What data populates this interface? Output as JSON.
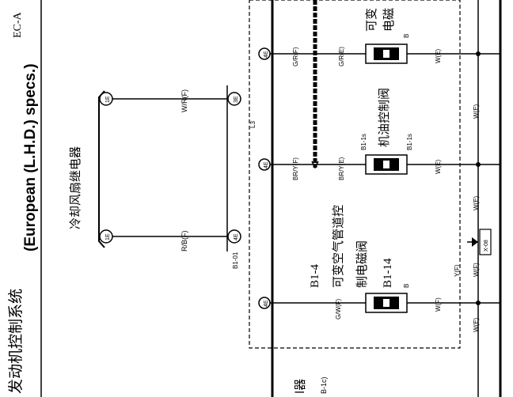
{
  "header": {
    "section_code": "EC-A",
    "system_title": "发动机控制系统",
    "spec_note": "(European (L.H.D.) specs.)"
  },
  "labels": {
    "cooling_fan_relay": "冷却风扇继电器",
    "vis_solenoid_line1": "可变空气管道控",
    "vis_solenoid_line2": "制电磁阀",
    "oil_control_valve": "机油控制阀",
    "right_solenoid_line1": "可变",
    "right_solenoid_line2": "电磁",
    "bottom_left_partial": "l器",
    "bottom_left_code": "B-1c)",
    "b1_4": "B1-4",
    "b1_14": "B1-14",
    "l3": "L3",
    "b1_01": "B1-01",
    "b1_1s_top": "B1-1s",
    "b1_1s_bottom": "B1-1s",
    "b_top": "B",
    "b_bottom": "B",
    "box_x08": "X-08"
  },
  "wires": {
    "w_r_f": "W/R(F)",
    "r_b_f": "R/B(F)",
    "g_r_f": "G/R(F)",
    "g_r_e": "G/R(E)",
    "br_y_f": "BR/Y(F)",
    "br_y_e": "BR/Y(E)",
    "g_w_f": "G/W(F)",
    "w_e_1": "W(E)",
    "w_e_2": "W(E)",
    "w_e_3": "W(E)",
    "w_e_4": "W(E)",
    "w_e_5": "W(E)",
    "w_f_1": "W(F)",
    "w_f_2": "W(F)",
    "y_f": "Y(F)"
  },
  "pins": {
    "p1": "1E",
    "p2": "1E",
    "p3": "3E",
    "p4": "4E",
    "p5": "4E",
    "p6": "4E",
    "p7": "4E"
  }
}
